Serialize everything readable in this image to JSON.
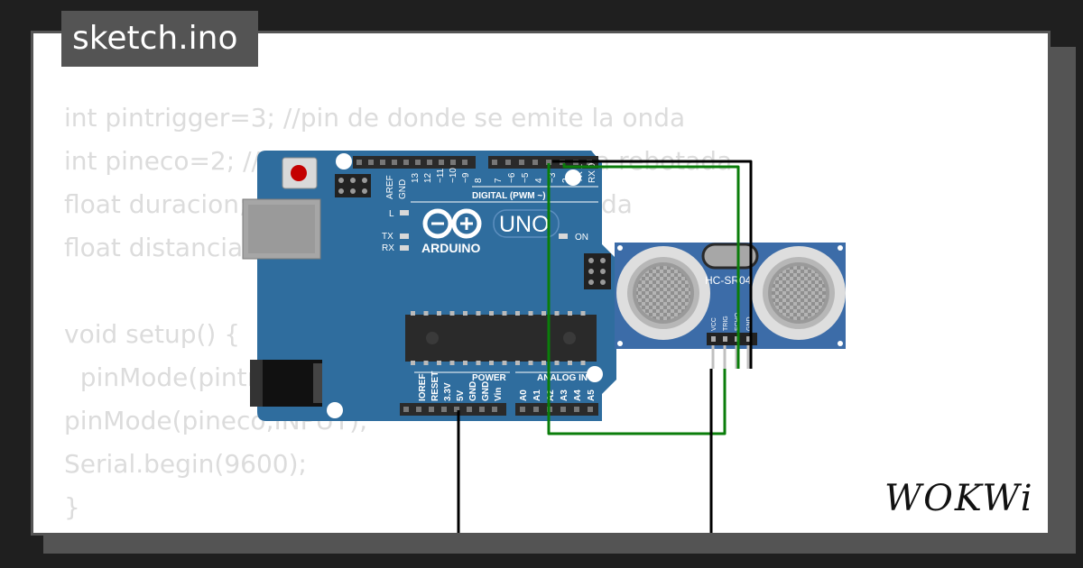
{
  "title": "sketch.ino",
  "code_lines": [
    "int pintrigger=3; //pin de donde se emite la onda",
    "int pineco=2; //pin donde se recibe la onda rebotada",
    "float duracion; //tiempo de rebote de la onda",
    "float distancia; //valor de la distancia",
    "",
    "void setup() {",
    "  pinMode(pintrigger,OUTPUT);",
    "pinMode(pineco,INPUT);",
    "Serial.begin(9600);",
    "}"
  ],
  "brand": "WOKWi",
  "arduino": {
    "logo_text": "ARDUINO",
    "model": "UNO",
    "digital_label": "DIGITAL (PWM ~)",
    "power_label": "POWER",
    "analog_label": "ANALOG IN",
    "on_label": "ON",
    "led_labels": [
      "L",
      "TX",
      "RX"
    ],
    "top_pins": [
      "AREF",
      "GND",
      "13",
      "12",
      "~11",
      "~10",
      "~9",
      "8",
      "7",
      "~6",
      "~5",
      "4",
      "~3",
      "2",
      "TX 1",
      "RX 0"
    ],
    "power_pins": [
      "IOREF",
      "RESET",
      "3.3V",
      "5V",
      "GND",
      "GND",
      "Vin"
    ],
    "analog_pins": [
      "A0",
      "A1",
      "A2",
      "A3",
      "A4",
      "A5"
    ]
  },
  "sensor": {
    "label": "HC-SR04",
    "pins": [
      "VCC",
      "TRIG",
      "ECHO",
      "GND"
    ]
  },
  "colors": {
    "board": "#2f6d9e",
    "sensor": "#3c6ca8",
    "wire_green": "#0a7d0a",
    "wire_black": "#000000",
    "code_text": "#dcdcdc",
    "title_bg": "#545454"
  }
}
